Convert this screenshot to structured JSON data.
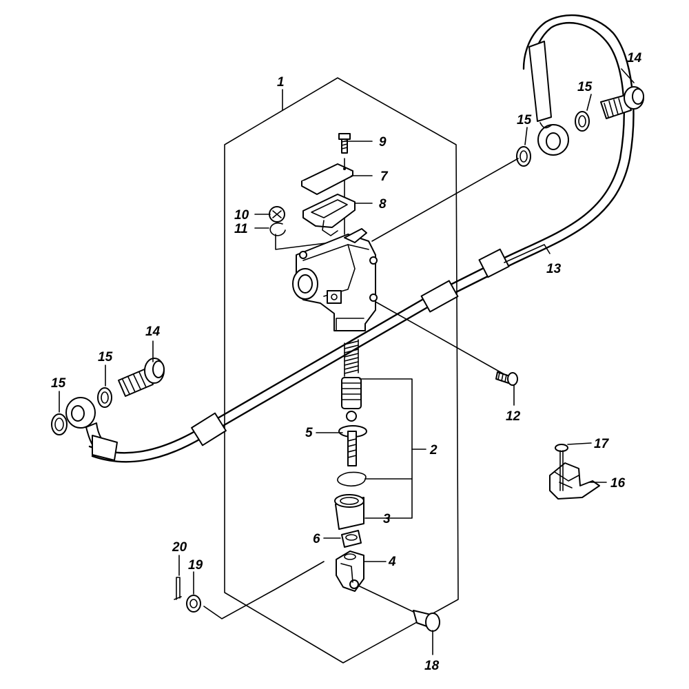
{
  "callouts": [
    {
      "id": "1",
      "text": "1"
    },
    {
      "id": "2",
      "text": "2"
    },
    {
      "id": "3",
      "text": "3"
    },
    {
      "id": "4",
      "text": "4"
    },
    {
      "id": "5",
      "text": "5"
    },
    {
      "id": "6",
      "text": "6"
    },
    {
      "id": "7",
      "text": "7"
    },
    {
      "id": "8",
      "text": "8"
    },
    {
      "id": "9",
      "text": "9"
    },
    {
      "id": "10",
      "text": "10"
    },
    {
      "id": "11",
      "text": "11"
    },
    {
      "id": "12",
      "text": "12"
    },
    {
      "id": "13",
      "text": "13"
    },
    {
      "id": "14a",
      "text": "14"
    },
    {
      "id": "14b",
      "text": "14"
    },
    {
      "id": "15a",
      "text": "15"
    },
    {
      "id": "15b",
      "text": "15"
    },
    {
      "id": "15c",
      "text": "15"
    },
    {
      "id": "15d",
      "text": "15"
    },
    {
      "id": "16",
      "text": "16"
    },
    {
      "id": "17",
      "text": "17"
    },
    {
      "id": "18",
      "text": "18"
    },
    {
      "id": "19",
      "text": "19"
    },
    {
      "id": "20",
      "text": "20"
    }
  ]
}
